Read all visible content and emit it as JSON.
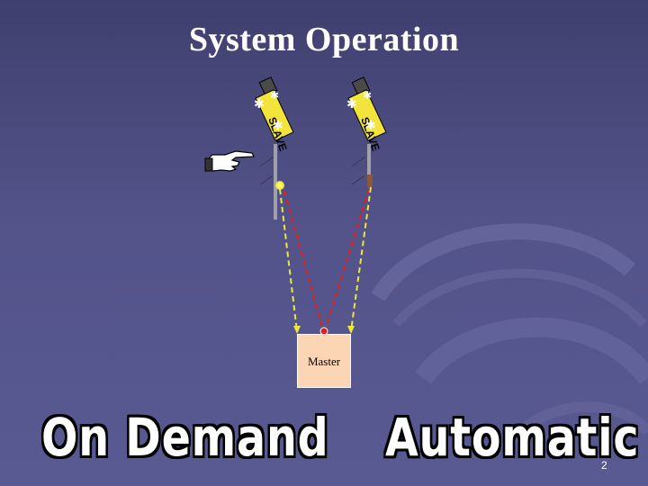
{
  "slide": {
    "title": "System Operation",
    "master_label": "Master",
    "mode_left": "On Demand",
    "mode_right": "Automatic",
    "page_number": "2"
  },
  "icons": {
    "pointer": "pointing-hand-icon",
    "sensor": "slave-sensor-icon",
    "signal": "signal-burst-icon"
  },
  "colors": {
    "background": "#53538a",
    "title": "#ffffff",
    "master_fill": "#fcd5b4",
    "signal_up": "#e8e840",
    "signal_down": "#e02020"
  }
}
